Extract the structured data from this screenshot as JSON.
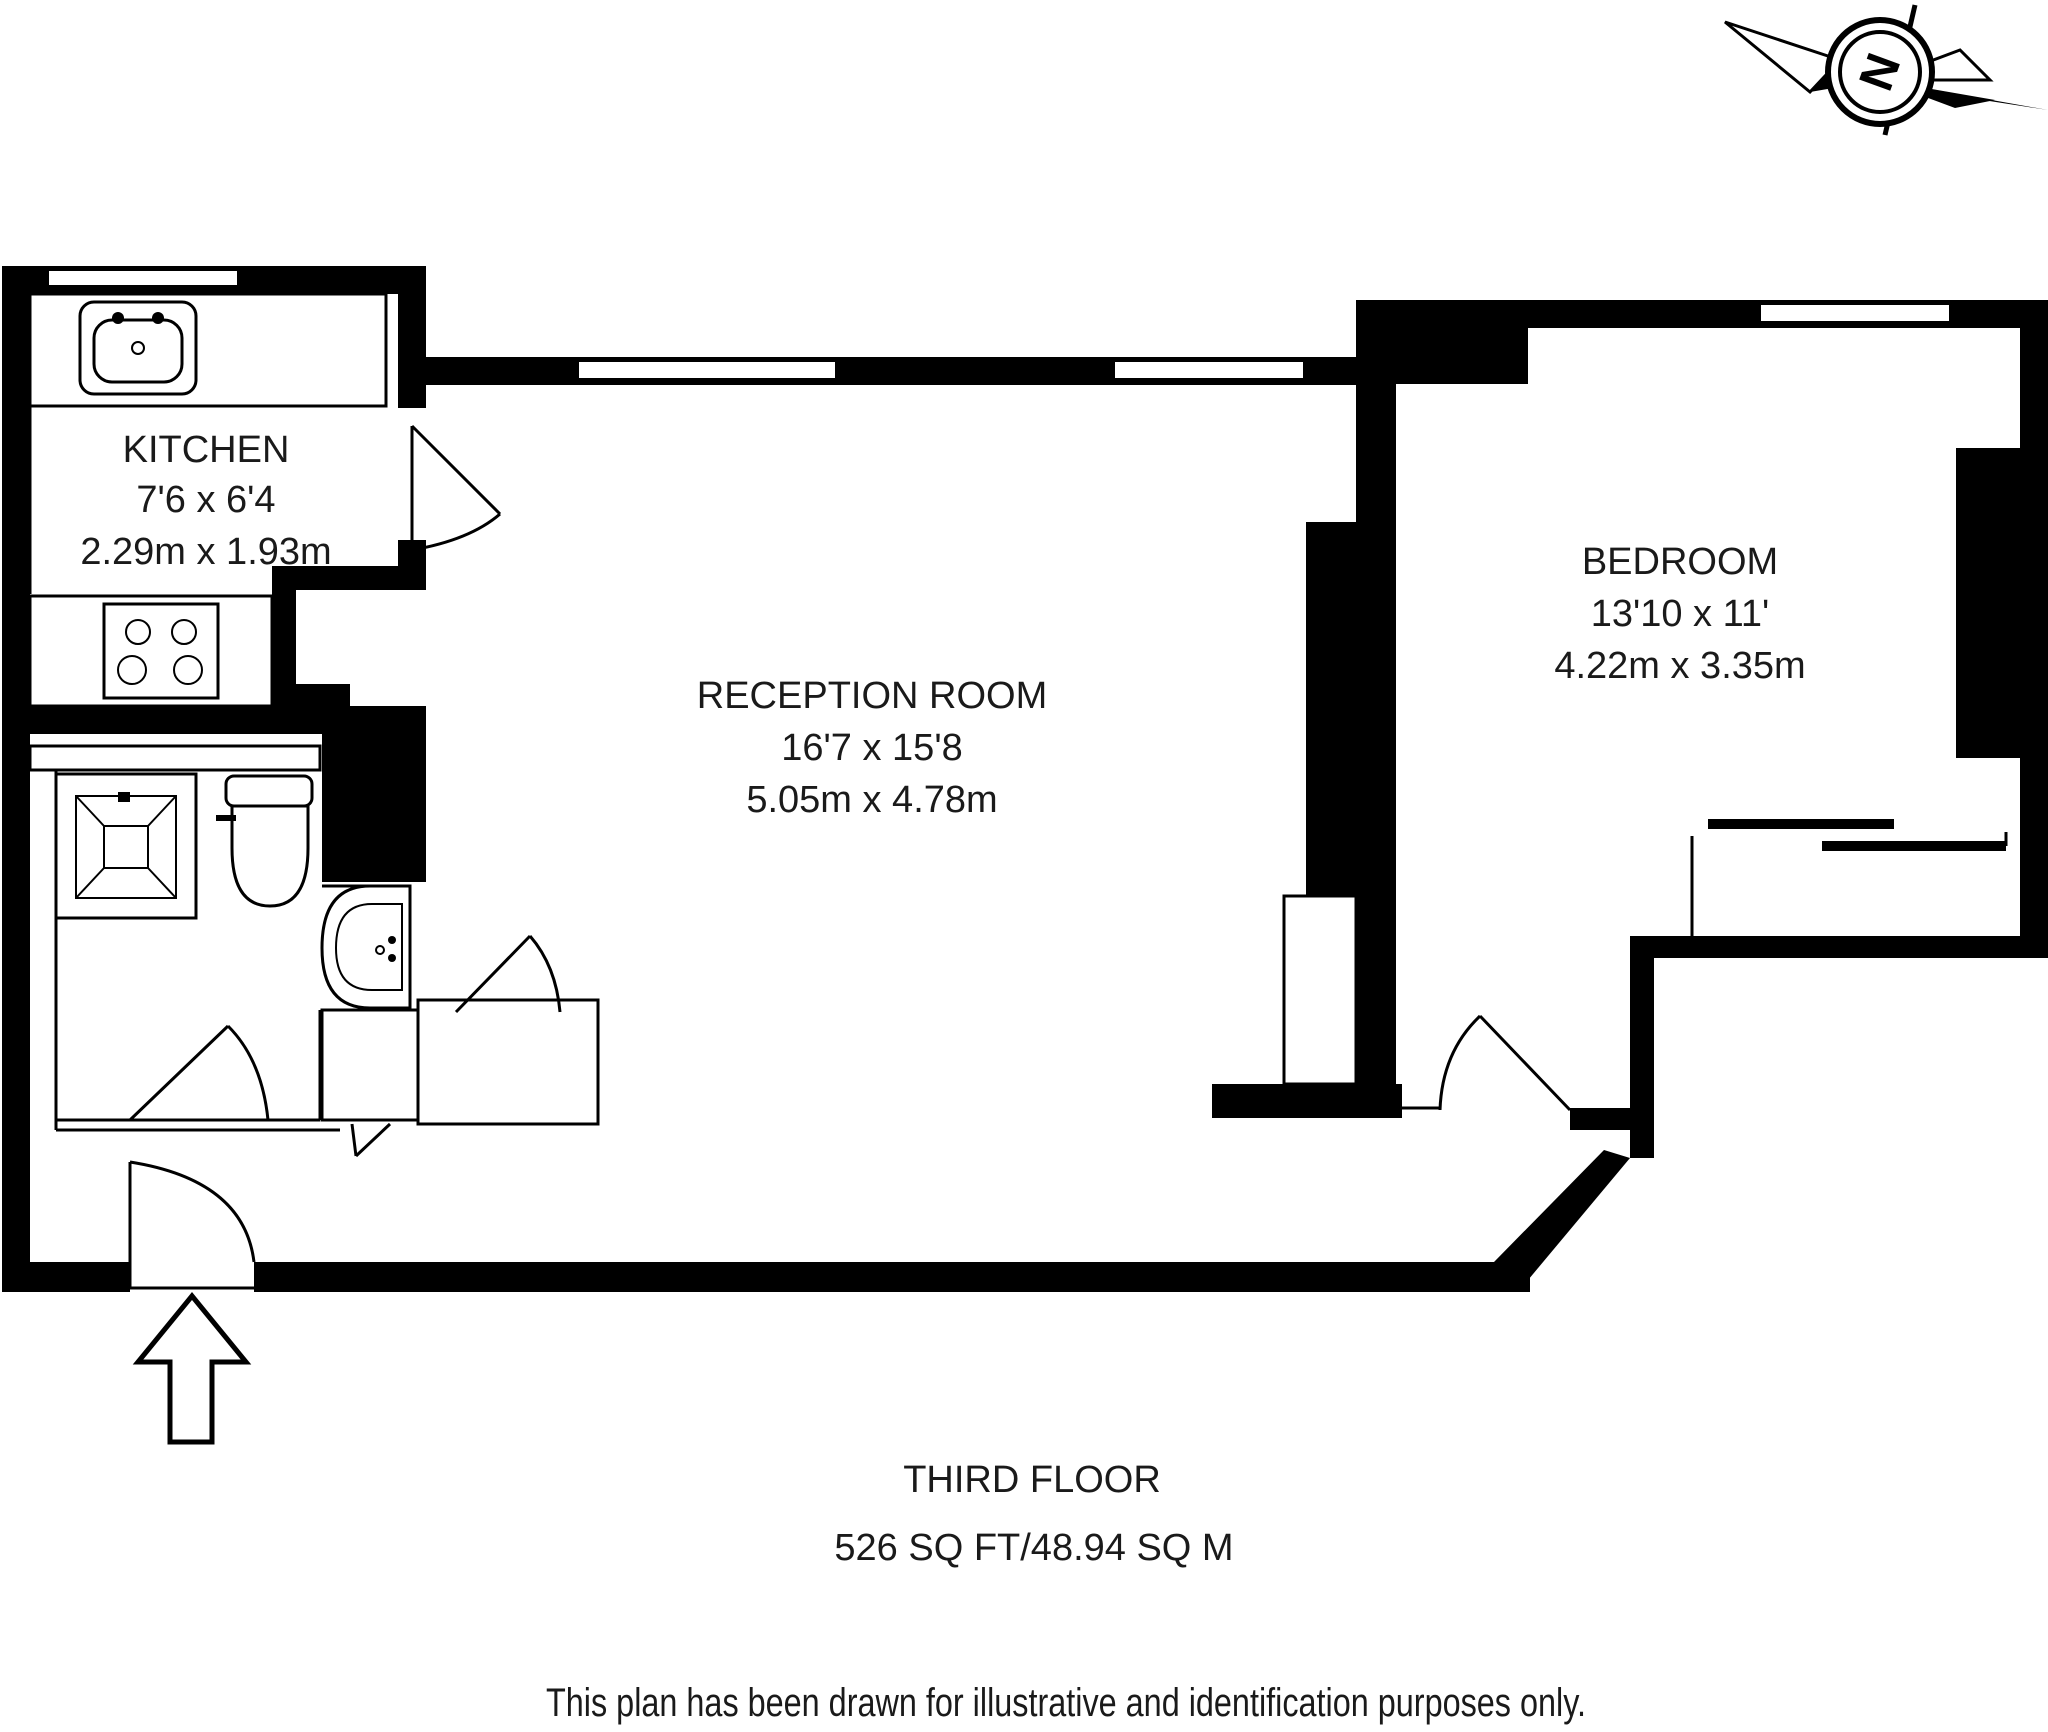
{
  "rooms": {
    "kitchen": {
      "name": "KITCHEN",
      "imperial": "7'6 x 6'4",
      "metric": "2.29m x 1.93m"
    },
    "reception": {
      "name": "RECEPTION ROOM",
      "imperial": "16'7 x 15'8",
      "metric": "5.05m x 4.78m"
    },
    "bedroom": {
      "name": "BEDROOM",
      "imperial": "13'10 x 11'",
      "metric": "4.22m x 3.35m"
    }
  },
  "floor": {
    "name": "THIRD FLOOR",
    "area": "526 SQ FT/48.94 SQ M"
  },
  "disclaimer": "This plan has been drawn for illustrative and identification purposes only.",
  "compass": {
    "letter": "N"
  },
  "colors": {
    "wall": "#000000",
    "background": "#ffffff"
  },
  "icons": [
    "compass-icon",
    "entrance-arrow-icon",
    "sink-icon",
    "hob-icon",
    "shower-icon",
    "toilet-icon",
    "basin-icon"
  ]
}
